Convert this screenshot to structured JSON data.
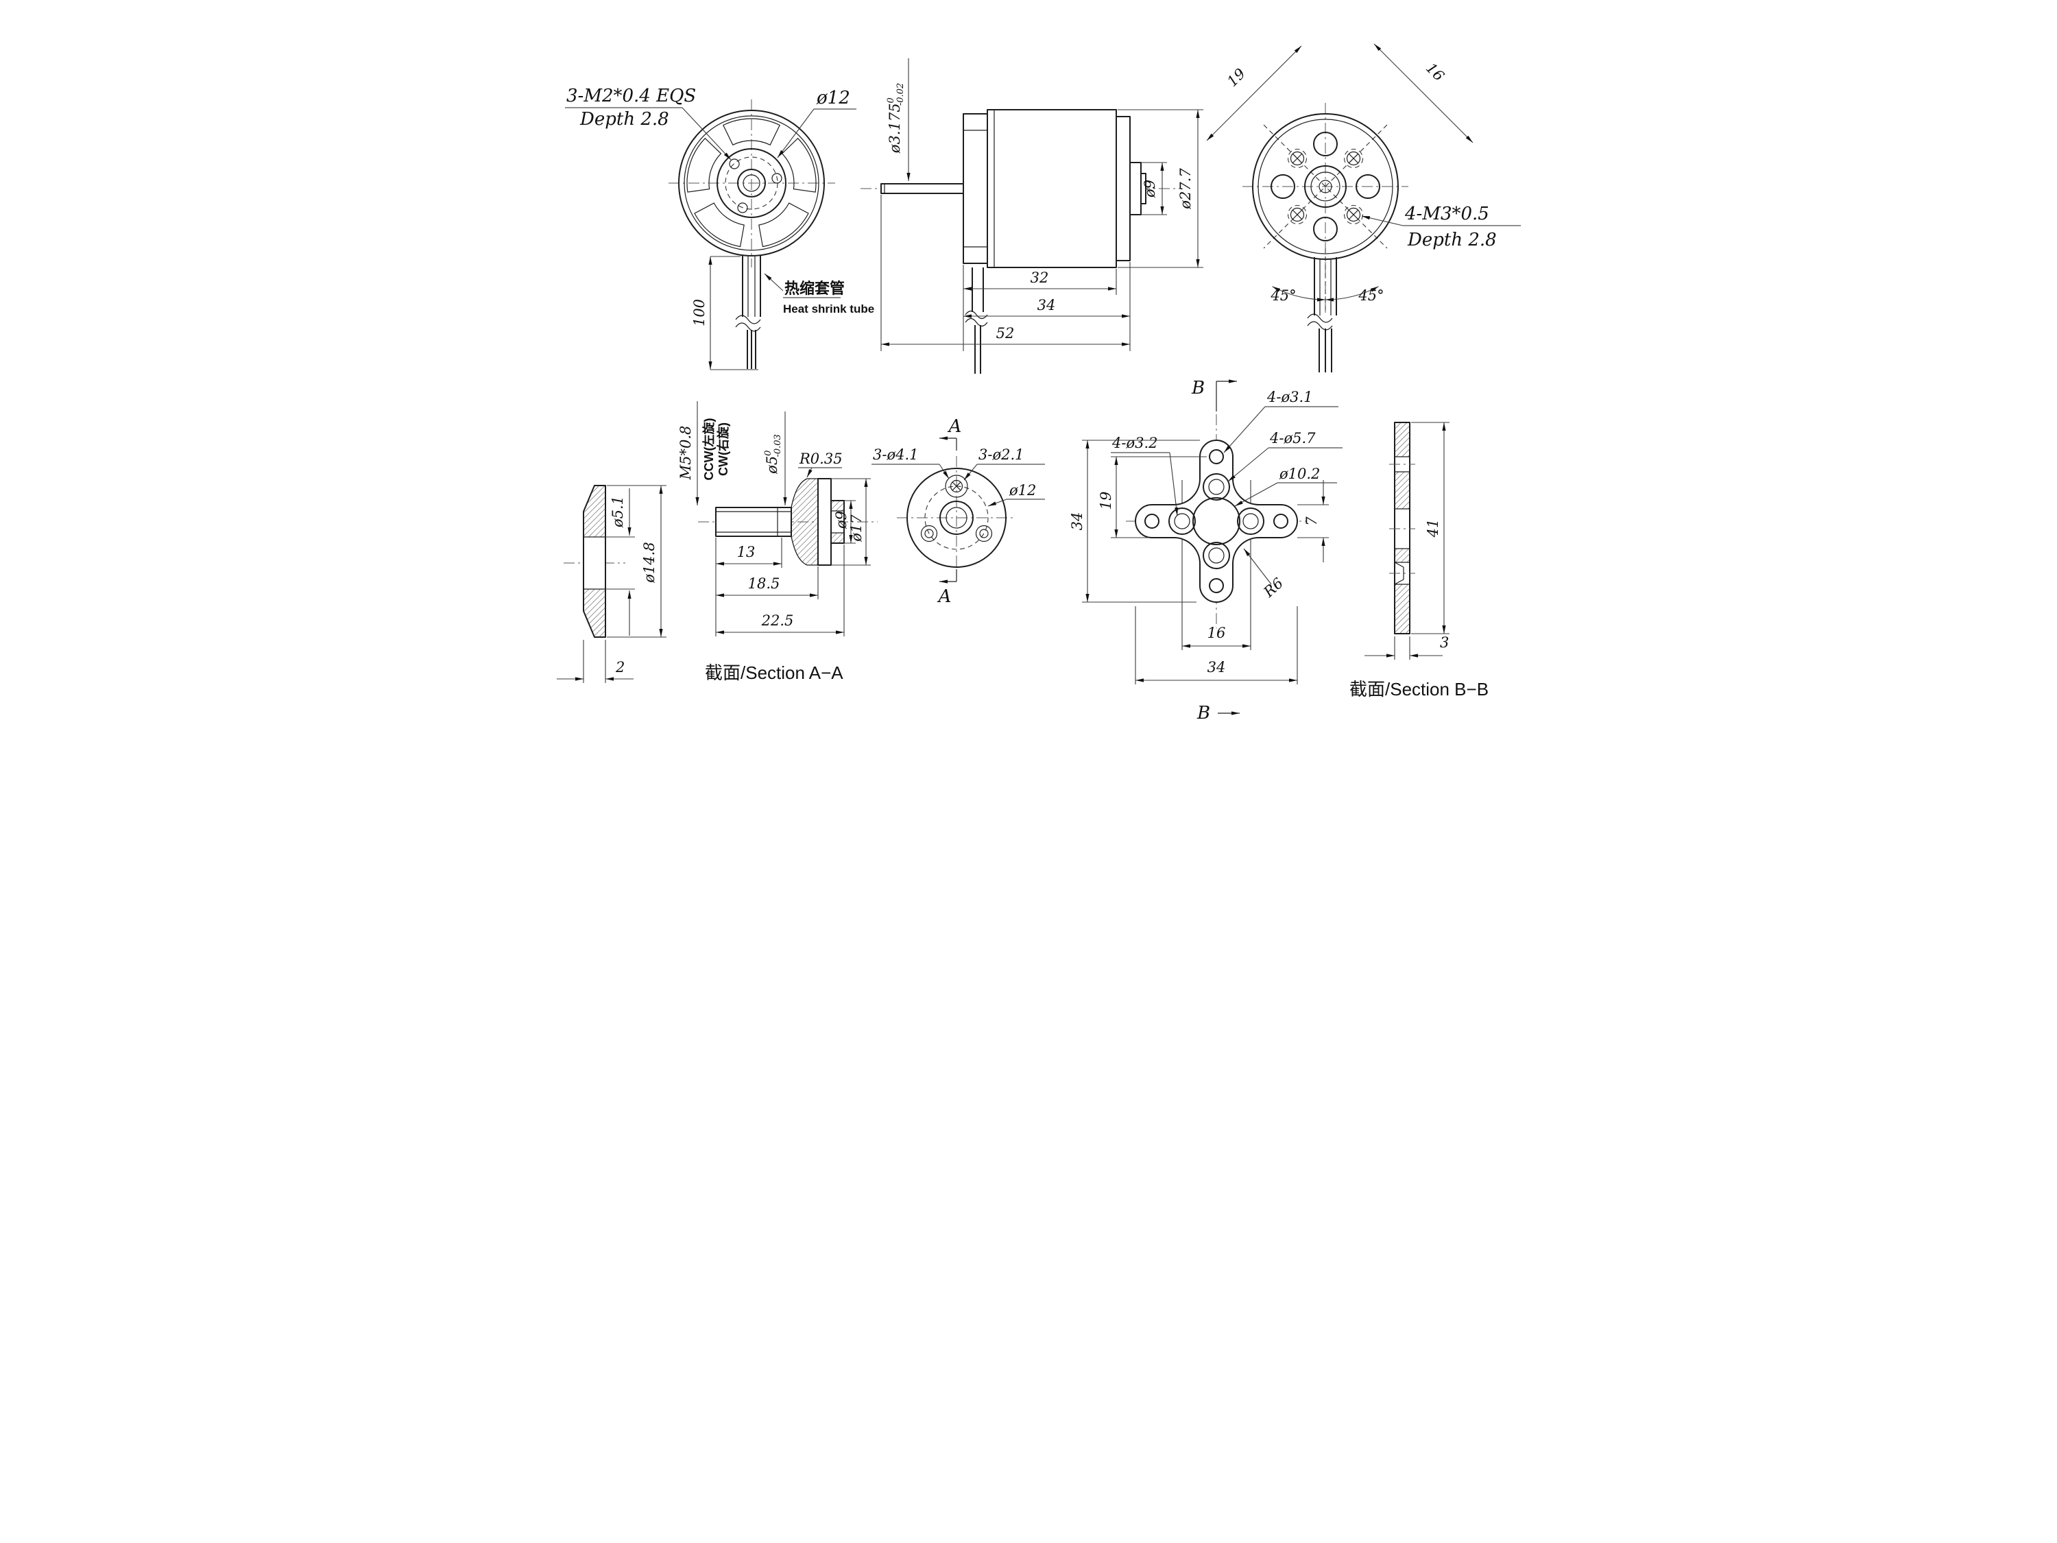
{
  "front_view": {
    "m2_label_line1": "3-M2*0.4 EQS",
    "m2_label_line2": "Depth 2.8",
    "hub_dia": "ø12",
    "wire_len": "100",
    "heat_shrink_zh": "热缩套管",
    "heat_shrink_en": "Heat shrink tube"
  },
  "side_view": {
    "shaft_dia": "ø3.175",
    "shaft_tol_hi": "0",
    "shaft_tol_lo": "-0.02",
    "len_body": "32",
    "len_with_boss": "34",
    "len_total": "52",
    "boss_dia": "ø9",
    "body_dia": "ø27.7"
  },
  "back_view": {
    "pitch_19": "19",
    "pitch_16": "16",
    "m3_label_line1": "4-M3*0.5",
    "m3_label_line2": "Depth 2.8",
    "angle_left": "45°",
    "angle_right": "45°"
  },
  "washer": {
    "bore_dia": "ø5.1",
    "outer_dia": "ø14.8",
    "thickness": "2"
  },
  "prop_shaft": {
    "thread": "M5*0.8",
    "ccw": "CCW(左旋)",
    "cw": "CW(右旋)",
    "shaft_dia": "ø5",
    "tol_hi": "0",
    "tol_lo": "-0.03",
    "fillet": "R0.35",
    "hub_dia": "ø9",
    "flange_dia": "ø17",
    "thread_len": "13",
    "len_mid": "18.5",
    "len_total": "22.5",
    "caption": "截面/Section A−A"
  },
  "flange": {
    "holes_large": "3-ø4.1",
    "holes_small": "3-ø2.1",
    "bolt_circle": "ø12",
    "marker_top": "A",
    "marker_bottom": "A"
  },
  "mount": {
    "holes_small": "4-ø3.1",
    "holes_counterbore": "4-ø5.7",
    "holes_mid": "4-ø3.2",
    "center_bore": "ø10.2",
    "fillet": "R6",
    "height": "34",
    "pitch_v": "19",
    "arm_width": "7",
    "pitch_h": "16",
    "width": "34",
    "marker_top": "B",
    "marker_bottom": "B"
  },
  "section_b": {
    "height": "41",
    "thickness": "3",
    "caption": "截面/Section B−B"
  }
}
